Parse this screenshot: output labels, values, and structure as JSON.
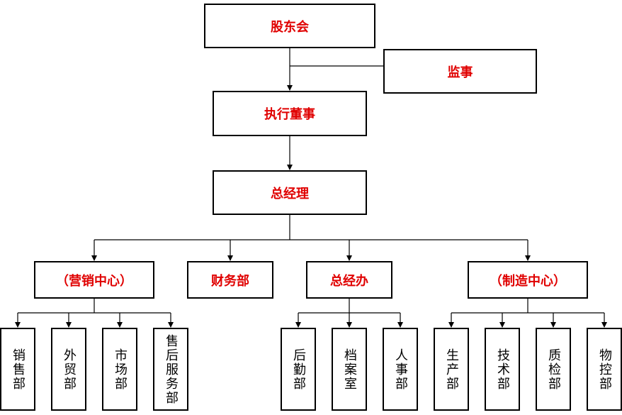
{
  "top": {
    "shareholders": "股东会",
    "supervisor": "监事",
    "executive_director": "执行董事",
    "general_manager": "总经理"
  },
  "centers": {
    "marketing": "（营销中心）",
    "finance": "财务部",
    "gm_office": "总经办",
    "manufacturing": "（制造中心）"
  },
  "departments": {
    "sales": "销售部",
    "foreign_trade": "外贸部",
    "market": "市场部",
    "after_sales": "售后服务部",
    "logistics": "后勤部",
    "archives": "档案室",
    "hr": "人事部",
    "production": "生产部",
    "technology": "技术部",
    "quality": "质检部",
    "material_control": "物控部"
  },
  "colors": {
    "title_text": "#e00000",
    "dept_text": "#000000",
    "lines": "#000000"
  }
}
